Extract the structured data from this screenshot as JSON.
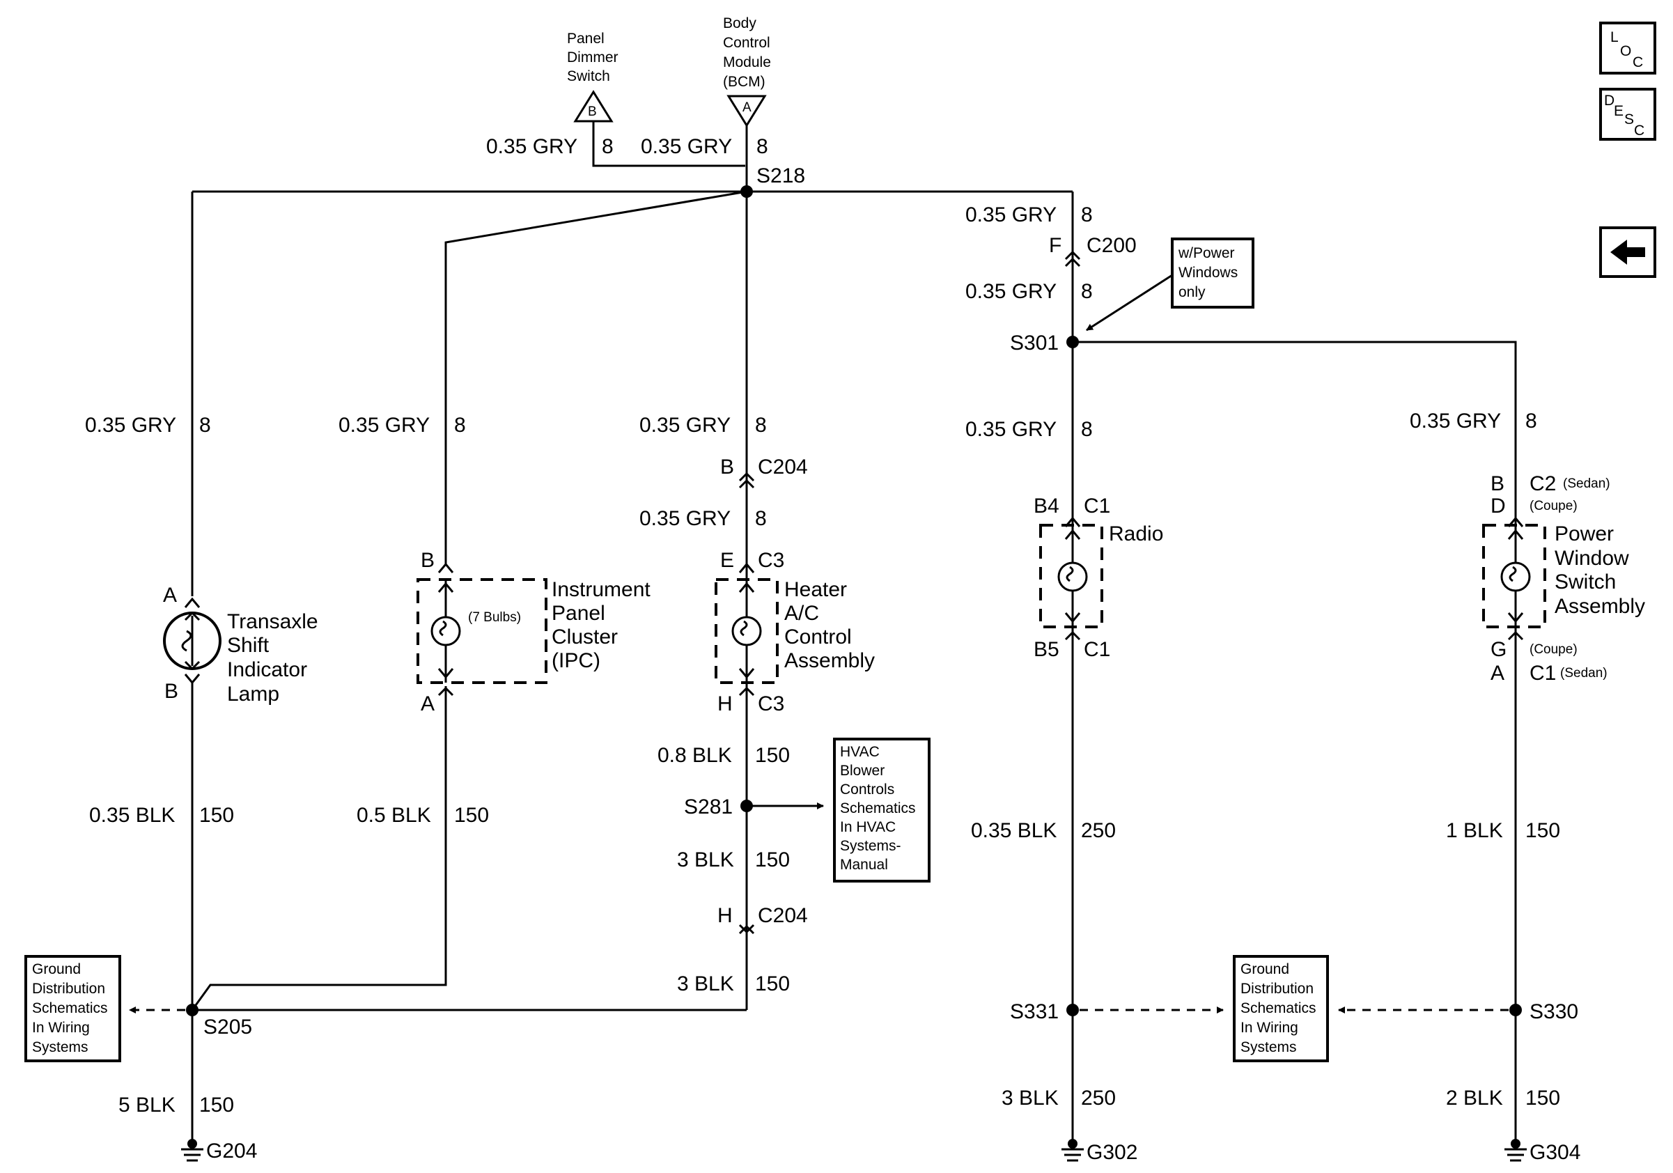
{
  "nav": {
    "loc": [
      "L",
      "O",
      "C"
    ],
    "desc": [
      "D",
      "E",
      "S",
      "C"
    ]
  },
  "top": {
    "panel_dimmer": [
      "Panel",
      "Dimmer",
      "Switch"
    ],
    "panel_dimmer_letter": "B",
    "bcm": [
      "Body",
      "Control",
      "Module",
      "(BCM)"
    ],
    "bcm_letter": "A",
    "wire_left": "0.35 GRY",
    "circuit_left": "8",
    "wire_right": "0.35 GRY",
    "circuit_right": "8",
    "splice": "S218"
  },
  "col1": {
    "wire_top": "0.35 GRY",
    "circuit_top": "8",
    "pin_top": "A",
    "pin_bottom": "B",
    "component": [
      "Transaxle",
      "Shift",
      "Indicator",
      "Lamp"
    ],
    "wire_mid": "0.35 BLK",
    "circuit_mid": "150",
    "splice": "S205",
    "wire_bottom": "5 BLK",
    "circuit_bottom": "150",
    "ground": "G204",
    "ref_box": [
      "Ground",
      "Distribution",
      "Schematics",
      "In Wiring",
      "Systems"
    ]
  },
  "col2": {
    "wire_top": "0.35 GRY",
    "circuit_top": "8",
    "pin_top": "B",
    "pin_bottom": "A",
    "bulbs": "(7 Bulbs)",
    "component": [
      "Instrument",
      "Panel",
      "Cluster",
      "(IPC)"
    ],
    "wire_mid": "0.5 BLK",
    "circuit_mid": "150"
  },
  "col3": {
    "wire_top": "0.35 GRY",
    "circuit_top": "8",
    "conn1_pin": "B",
    "conn1": "C204",
    "wire_2": "0.35 GRY",
    "circuit_2": "8",
    "pin_top": "E",
    "pin_top_conn": "C3",
    "component": [
      "Heater",
      "A/C",
      "Control",
      "Assembly"
    ],
    "pin_bottom": "H",
    "pin_bottom_conn": "C3",
    "wire_3": "0.8 BLK",
    "circuit_3": "150",
    "splice": "S281",
    "hvac_box": [
      "HVAC",
      "Blower",
      "Controls",
      "Schematics",
      "In HVAC",
      "Systems-",
      "Manual"
    ],
    "wire_4": "3 BLK",
    "circuit_4": "150",
    "conn2_pin": "H",
    "conn2": "C204",
    "wire_5": "3 BLK",
    "circuit_5": "150"
  },
  "col4": {
    "wire_top": "0.35 GRY",
    "circuit_top": "8",
    "conn_pin": "F",
    "conn": "C200",
    "wire_2": "0.35 GRY",
    "circuit_2": "8",
    "note": [
      "w/Power",
      "Windows",
      "only"
    ],
    "splice": "S301",
    "wire_3": "0.35 GRY",
    "circuit_3": "8",
    "pin_top": "B4",
    "pin_top_conn": "C1",
    "component": "Radio",
    "pin_bottom": "B5",
    "pin_bottom_conn": "C1",
    "wire_4": "0.35 BLK",
    "circuit_4": "250",
    "splice2": "S331",
    "wire_5": "3 BLK",
    "circuit_5": "250",
    "ground": "G302",
    "ref_box": [
      "Ground",
      "Distribution",
      "Schematics",
      "In Wiring",
      "Systems"
    ]
  },
  "col5": {
    "wire_top": "0.35 GRY",
    "circuit_top": "8",
    "pin_top_a": "B",
    "conn_top_a": "C2",
    "variant_top_a": "(Sedan)",
    "pin_top_b": "D",
    "variant_top_b": "(Coupe)",
    "component": [
      "Power",
      "Window",
      "Switch",
      "Assembly"
    ],
    "pin_bottom_a": "G",
    "variant_bottom_a": "(Coupe)",
    "pin_bottom_b": "A",
    "conn_bottom_b": "C1",
    "variant_bottom_b": "(Sedan)",
    "wire_mid": "1 BLK",
    "circuit_mid": "150",
    "splice": "S330",
    "wire_bottom": "2 BLK",
    "circuit_bottom": "150",
    "ground": "G304"
  }
}
